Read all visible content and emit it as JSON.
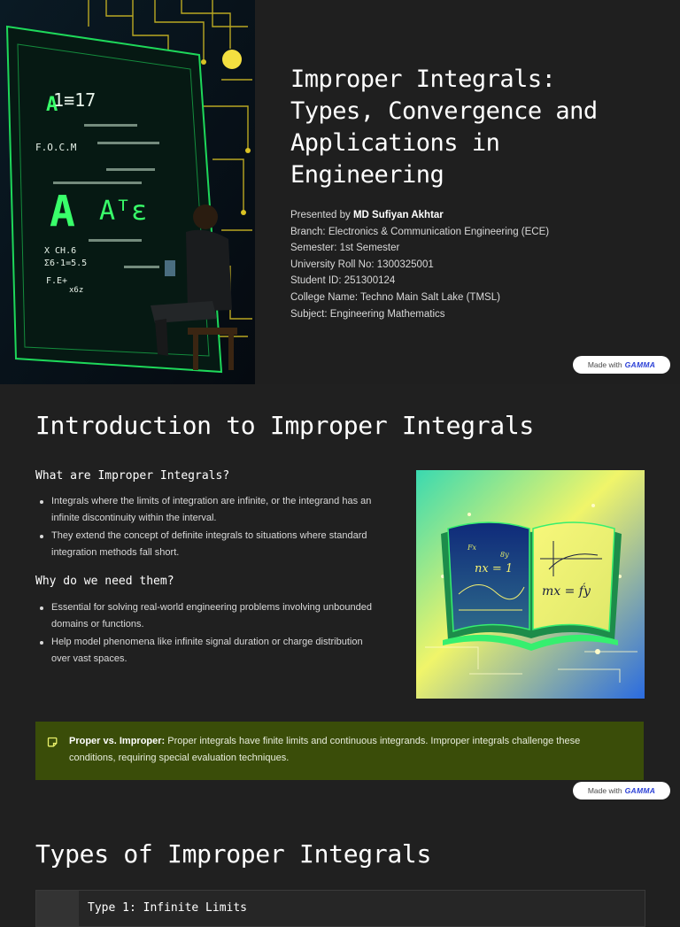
{
  "cover": {
    "title_lines": [
      "Improper Integrals:",
      "Types, Convergence and",
      "Applications in",
      "Engineering"
    ],
    "presented_by_label": "Presented by",
    "presenter": "MD Sufiyan Akhtar",
    "details": [
      "Branch: Electronics & Communication Engineering (ECE)",
      "Semester: 1st Semester",
      "University Roll No: 1300325001",
      "Student ID: 251300124",
      "College Name: Techno Main Salt Lake (TMSL)",
      "Subject: Engineering Mathematics"
    ],
    "hero_equations": [
      "A",
      "1≡17",
      "F.O.C.M",
      "Aᵀε",
      "X CH.6",
      "Σ6·1=5.5",
      "F.E+",
      "x6z"
    ]
  },
  "badge": {
    "made_with": "Made with",
    "brand": "GAMMA"
  },
  "intro": {
    "title": "Introduction to Improper Integrals",
    "section1_heading": "What are Improper Integrals?",
    "section1_bullets": [
      "Integrals where the limits of integration are infinite, or the integrand has an infinite discontinuity within the interval.",
      "They extend the concept of definite integrals to situations where standard integration methods fall short."
    ],
    "section2_heading": "Why do we need them?",
    "section2_bullets": [
      "Essential for solving real-world engineering problems involving unbounded domains or functions.",
      "Help model phenomena like infinite signal duration or charge distribution over vast spaces."
    ],
    "book_equations": [
      "nx = 1",
      "mx = f́y",
      "Fx",
      "8y"
    ],
    "callout_label": "Proper vs. Improper:",
    "callout_text": " Proper integrals have finite limits and continuous integrands. Improper integrals challenge these conditions, requiring special evaluation techniques."
  },
  "types": {
    "title": "Types of Improper Integrals",
    "type1_label": "Type 1: Infinite Limits"
  },
  "colors": {
    "background": "#202020",
    "callout": "#3a4d09",
    "accent_green": "#39ff6a",
    "accent_yellow": "#f2e53a"
  }
}
